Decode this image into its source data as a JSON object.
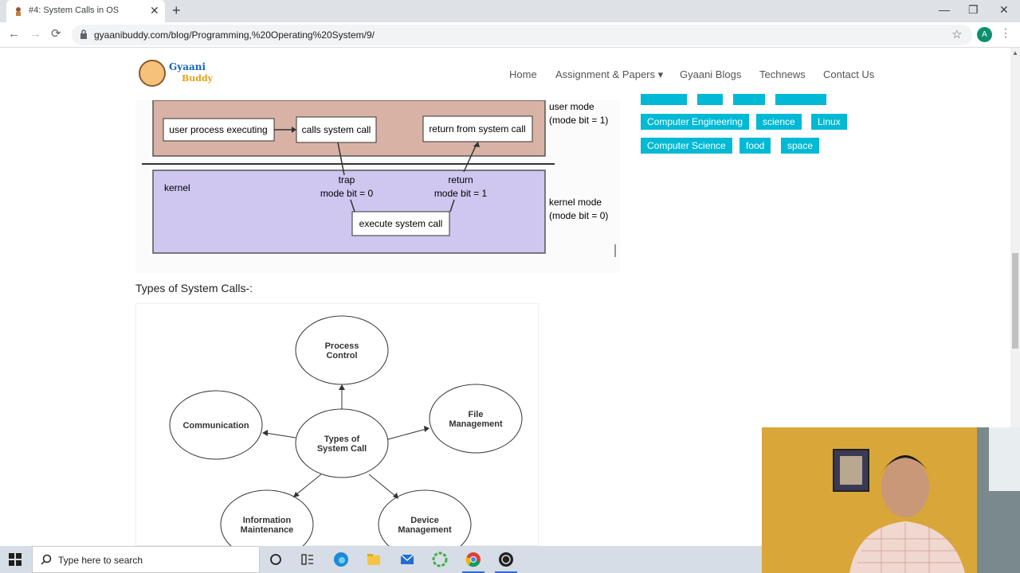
{
  "browser": {
    "tab_title": "#4: System Calls in OS",
    "tab_close": "✕",
    "new_tab": "+",
    "url": "gyaanibuddy.com/blog/Programming,%20Operating%20System/9/",
    "window": {
      "minimize": "—",
      "maximize": "❐",
      "close": "✕"
    },
    "profile_initial": "A"
  },
  "site": {
    "logo_line1": "Gyaani",
    "logo_line2": "Buddy",
    "nav": [
      "Home",
      "Assignment & Papers",
      "Gyaani Blogs",
      "Technews",
      "Contact Us"
    ],
    "nav_caret": "▾"
  },
  "content": {
    "heading": "Types of System Calls-:",
    "diagram1": {
      "user_process": "user process executing",
      "calls_system_call": "calls system call",
      "return_from": "return from system call",
      "user_mode_1": "user mode",
      "user_mode_2": "(mode bit = 1)",
      "kernel": "kernel",
      "trap_1": "trap",
      "trap_2": "mode bit = 0",
      "return_1": "return",
      "return_2": "mode bit = 1",
      "execute": "execute system call",
      "kernel_mode_1": "kernel mode",
      "kernel_mode_2": "(mode bit = 0)"
    },
    "diagram2": {
      "center_1": "Types of",
      "center_2": "System Call",
      "process_1": "Process",
      "process_2": "Control",
      "file_1": "File",
      "file_2": "Management",
      "communication": "Communication",
      "info_1": "Information",
      "info_2": "Maintenance",
      "device_1": "Device",
      "device_2": "Management"
    }
  },
  "tags": [
    "Computer Engineering",
    "science",
    "Linux",
    "Computer Science",
    "food",
    "space"
  ],
  "taskbar": {
    "search_placeholder": "Type here to search"
  },
  "colors": {
    "tag_bg": "#00b9d4",
    "user_mode_band": "#d9b2a6",
    "kernel_band": "#cfc7f0",
    "taskbar": "#d7dde6"
  }
}
